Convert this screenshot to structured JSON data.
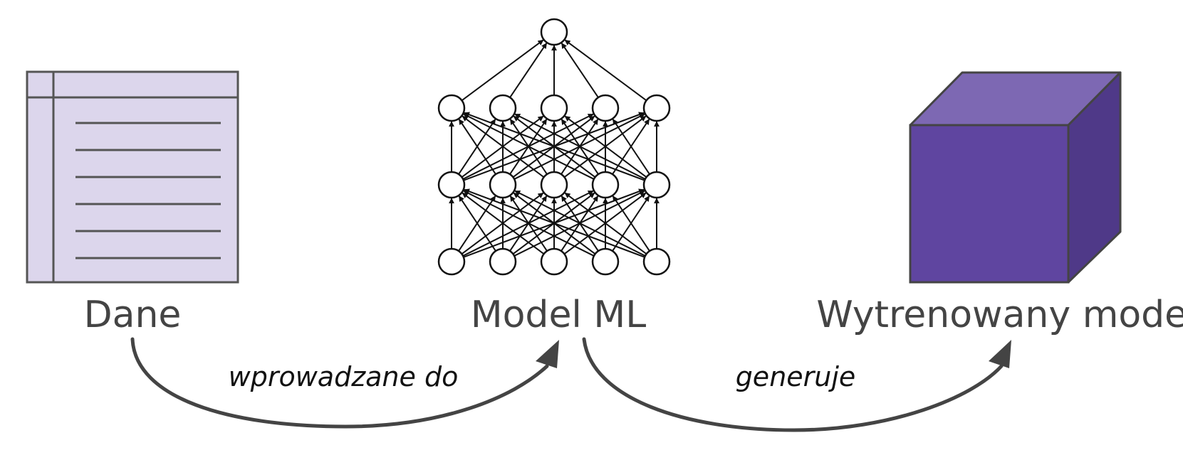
{
  "nodes": {
    "data": {
      "label": "Dane",
      "icon": "data-table-icon"
    },
    "model": {
      "label": "Model ML",
      "icon": "neural-network-icon"
    },
    "trained": {
      "label": "Wytrenowany model",
      "icon": "cube-icon"
    }
  },
  "edges": [
    {
      "from": "data",
      "to": "model",
      "label": "wprowadzane do"
    },
    {
      "from": "model",
      "to": "trained",
      "label": "generuje"
    }
  ],
  "network": {
    "layers": [
      5,
      5,
      5,
      1
    ]
  },
  "colors": {
    "table_fill": "#dcd6ec",
    "table_stroke": "#555555",
    "cube_front": "#5f45a0",
    "cube_top": "#7d68b3",
    "cube_side": "#4f3988",
    "arrow": "#444444",
    "node_text": "#444444",
    "edge_text": "#111111"
  }
}
